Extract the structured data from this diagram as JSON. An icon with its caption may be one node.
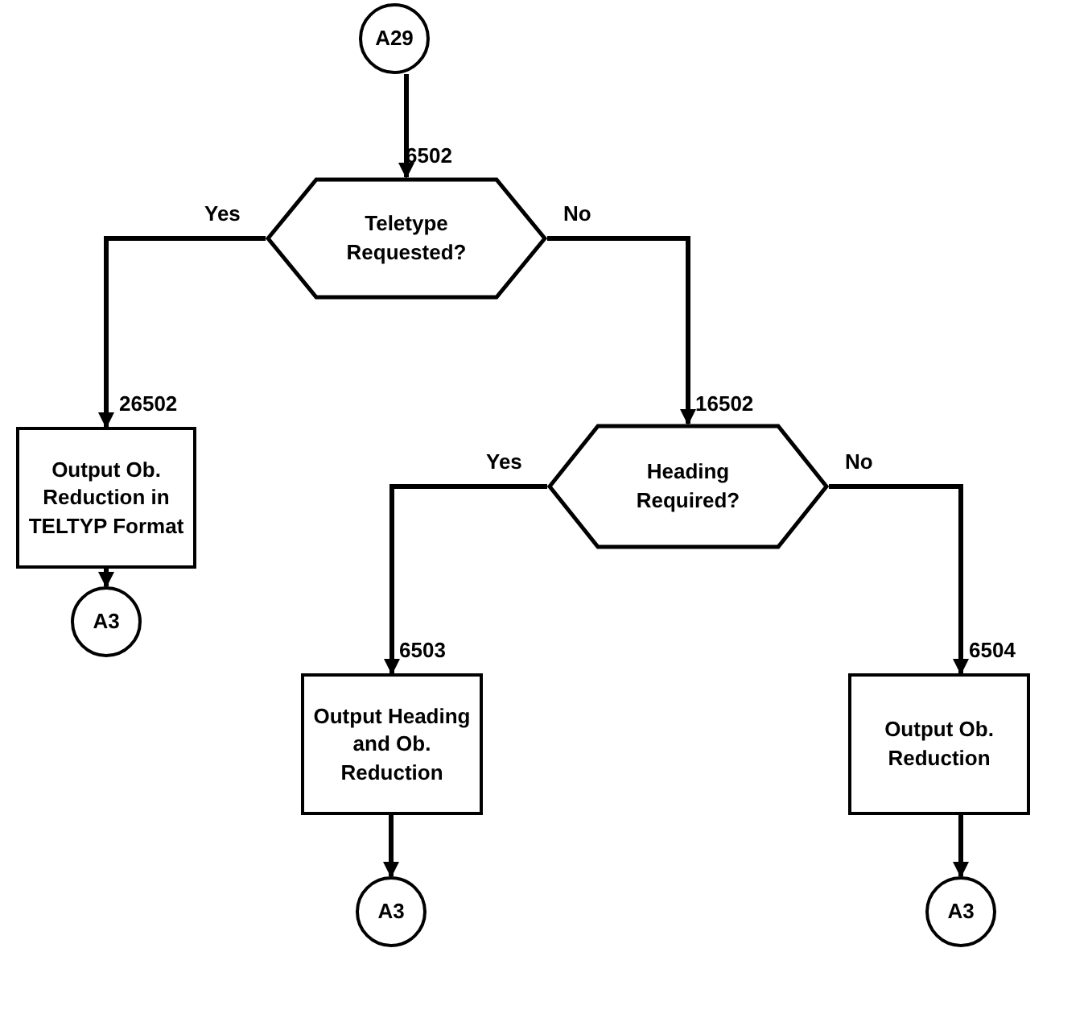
{
  "diagram": {
    "nodes": [
      {
        "text": [
          "A29"
        ]
      },
      {
        "text": [
          "Teletype Requested?"
        ],
        "beside": [
          "6502"
        ]
      },
      {
        "text": [
          "Output Ob. Reduction in TELTYP Format"
        ],
        "beside": [
          "26502"
        ]
      },
      {
        "text": [
          "A3"
        ]
      },
      {
        "text": [
          "Heading Required?"
        ],
        "beside": [
          "16502"
        ]
      },
      {
        "text": [
          "Output Heading and Ob. Reduction"
        ],
        "beside": [
          "6503"
        ]
      },
      {
        "text": [
          "A3"
        ]
      },
      {
        "text": [
          "Output Ob. Reduction"
        ],
        "beside": [
          "6504"
        ]
      },
      {
        "text": [
          "A3"
        ]
      }
    ],
    "edges": [
      {
        "from": 0,
        "to": 1,
        "arrow": "to"
      },
      {
        "from": 1,
        "to": 2,
        "arrow": "to",
        "label": "Yes"
      },
      {
        "from": 1,
        "to": 4,
        "arrow": "to",
        "label": "No"
      },
      {
        "from": 2,
        "to": 3,
        "arrow": "to"
      },
      {
        "from": 4,
        "to": 5,
        "arrow": "to",
        "label": "Yes"
      },
      {
        "from": 4,
        "to": 7,
        "arrow": "to",
        "label": "No"
      },
      {
        "from": 5,
        "to": 6,
        "arrow": "to"
      },
      {
        "from": 7,
        "to": 8,
        "arrow": "to"
      }
    ]
  }
}
